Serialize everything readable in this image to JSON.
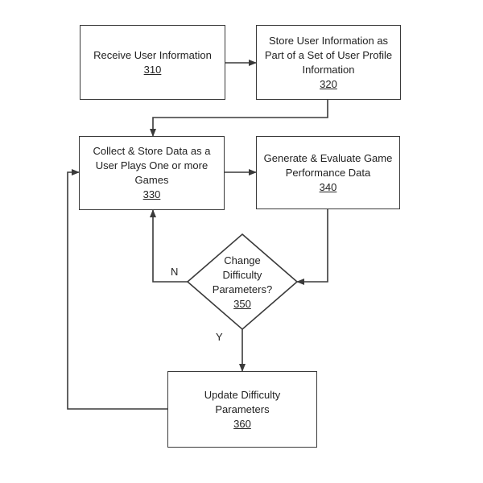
{
  "nodes": {
    "n310": {
      "lines": [
        "Receive User Information"
      ],
      "ref": "310"
    },
    "n320": {
      "lines": [
        "Store User Information as",
        "Part of a Set of User Profile",
        "Information"
      ],
      "ref": "320"
    },
    "n330": {
      "lines": [
        "Collect & Store Data as a",
        "User Plays One or more",
        "Games"
      ],
      "ref": "330"
    },
    "n340": {
      "lines": [
        "Generate & Evaluate Game",
        "Performance Data"
      ],
      "ref": "340"
    },
    "n350": {
      "lines": [
        "Change",
        "Difficulty",
        "Parameters?"
      ],
      "ref": "350"
    },
    "n360": {
      "lines": [
        "Update Difficulty",
        "Parameters"
      ],
      "ref": "360"
    }
  },
  "edges": {
    "no_label": "N",
    "yes_label": "Y"
  },
  "colors": {
    "stroke": "#3a3a3a",
    "text": "#222222",
    "background": "#ffffff"
  }
}
